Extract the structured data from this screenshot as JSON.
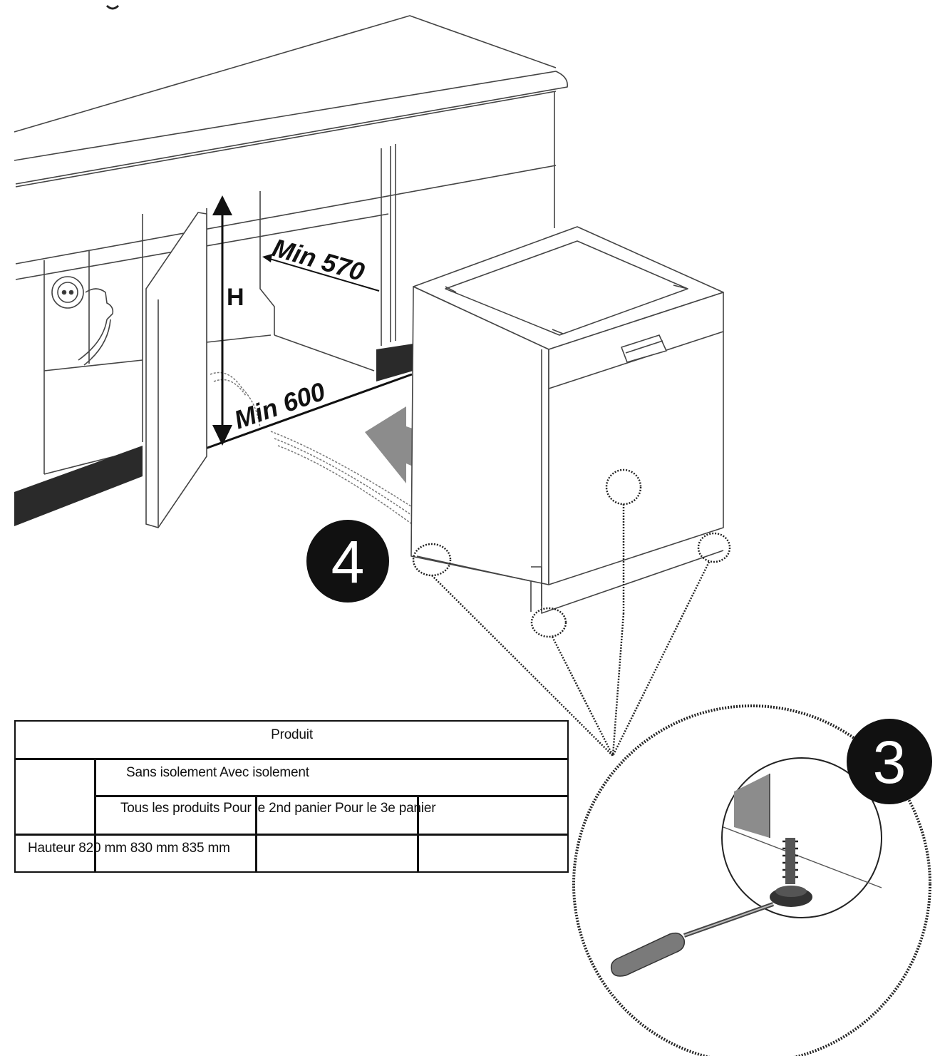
{
  "labels": {
    "height": "H",
    "min_depth": "Min 570",
    "min_width": "Min 600"
  },
  "steps": {
    "step4": "4",
    "step3": "3"
  },
  "table": {
    "title": "Produit",
    "row_isolation": "Sans isolement Avec isolement",
    "row_products": "Tous les produits Pour le 2nd panier Pour le 3e panier",
    "row_height": "Hauteur 820 mm 830 mm 835 mm"
  },
  "colors": {
    "line": "#3a3a3a",
    "plinth": "#2a2a2a",
    "arrow": "#8c8c8c",
    "badge": "#111111"
  }
}
